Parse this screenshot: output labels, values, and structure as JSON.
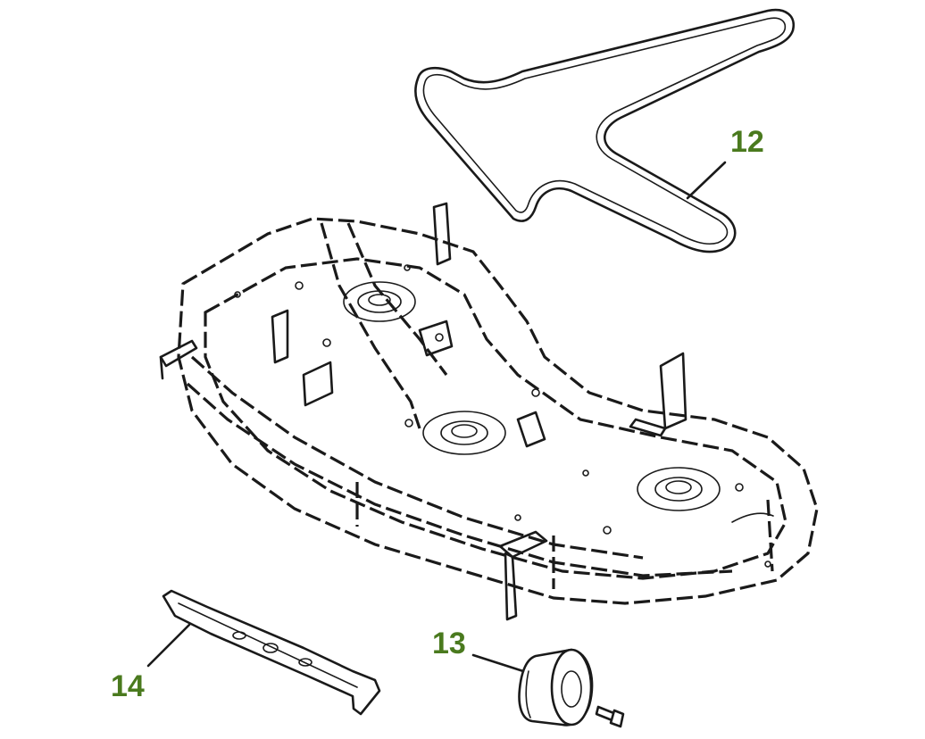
{
  "diagram": {
    "colors": {
      "callout": "#4a7a1e",
      "line": "#1a1a1a",
      "background": "#ffffff"
    },
    "callouts": [
      {
        "id": "12",
        "label": "12",
        "part": "belt"
      },
      {
        "id": "13",
        "label": "13",
        "part": "gauge-wheel"
      },
      {
        "id": "14",
        "label": "14",
        "part": "mower-blade"
      }
    ]
  }
}
